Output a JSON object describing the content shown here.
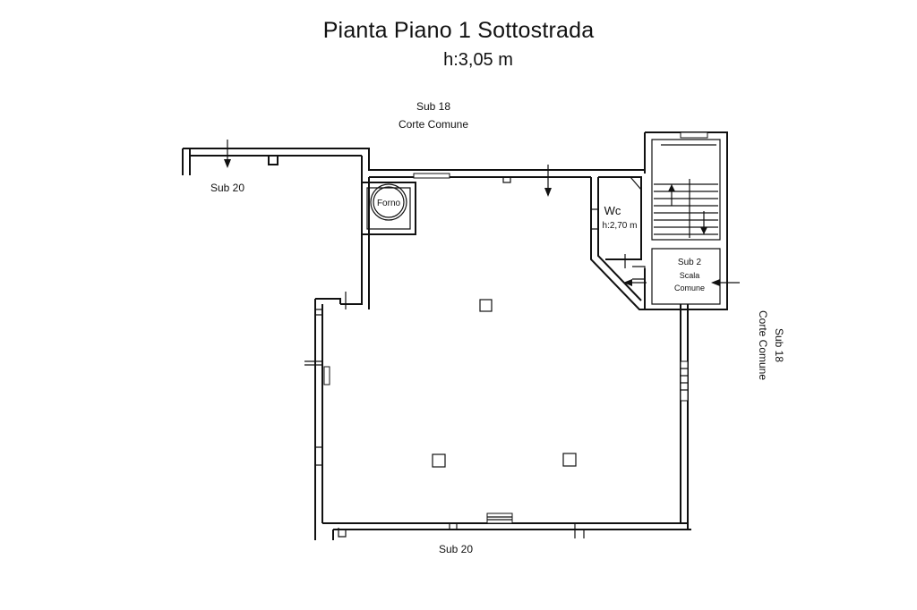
{
  "plan": {
    "title": "Pianta Piano 1 Sottostrada",
    "height_label": "h:3,05 m"
  },
  "labels": {
    "sub18_top_line1": "Sub 18",
    "sub18_top_line2": "Corte Comune",
    "sub20_left": "Sub 20",
    "forno": "Forno",
    "wc": "Wc",
    "wc_height": "h:2,70 m",
    "stair_line1": "Sub 2",
    "stair_line2": "Scala",
    "stair_line3": "Comune",
    "sub18_right_line1": "Sub 18",
    "sub18_right_line2": "Corte Comune",
    "sub20_bottom": "Sub 20"
  }
}
